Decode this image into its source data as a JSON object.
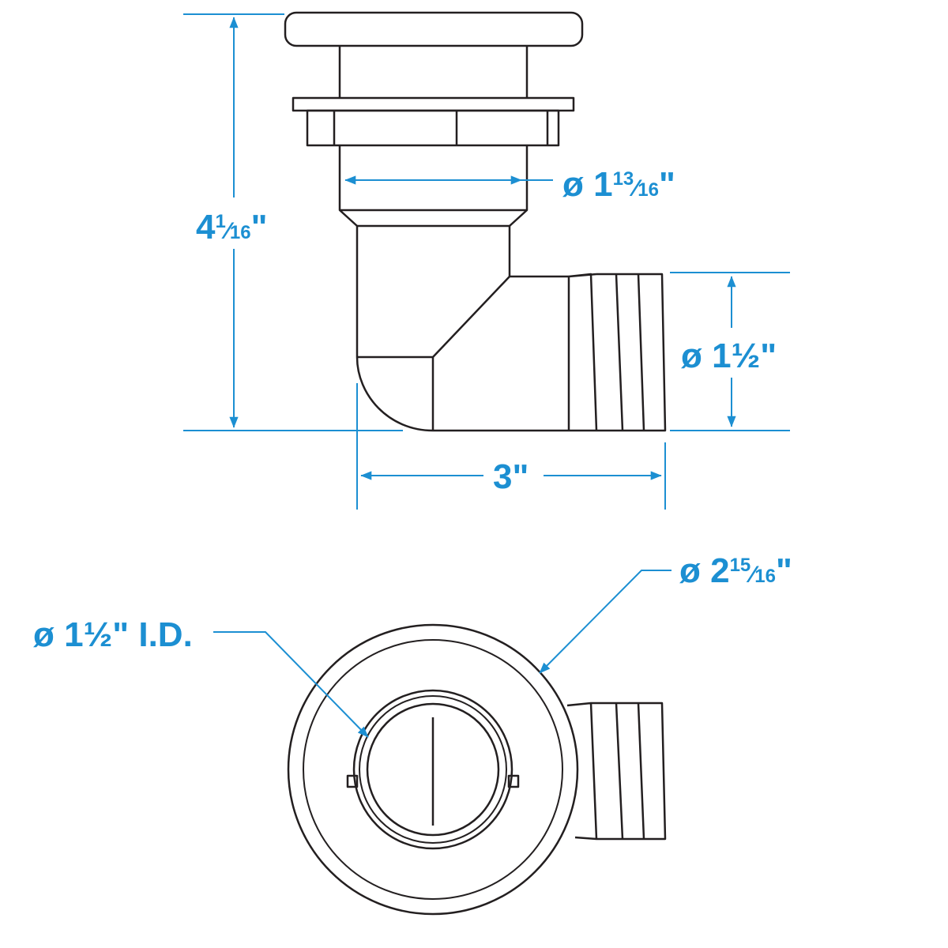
{
  "colors": {
    "dimension": "#1c8fd2",
    "outline": "#231f20",
    "background": "#ffffff"
  },
  "side_view": {
    "height": {
      "whole": "4",
      "num": "1",
      "den": "16",
      "unit": "\""
    },
    "throat_diameter": {
      "prefix": "ø 1",
      "num": "13",
      "den": "16",
      "unit": "\""
    },
    "barb_diameter": {
      "text": "ø 1½\""
    },
    "length": {
      "text": "3\""
    }
  },
  "top_view": {
    "flange_diameter": {
      "prefix": "ø 2",
      "num": "15",
      "den": "16",
      "unit": "\""
    },
    "inner_diameter": {
      "text": "ø 1½\" I.D."
    }
  }
}
